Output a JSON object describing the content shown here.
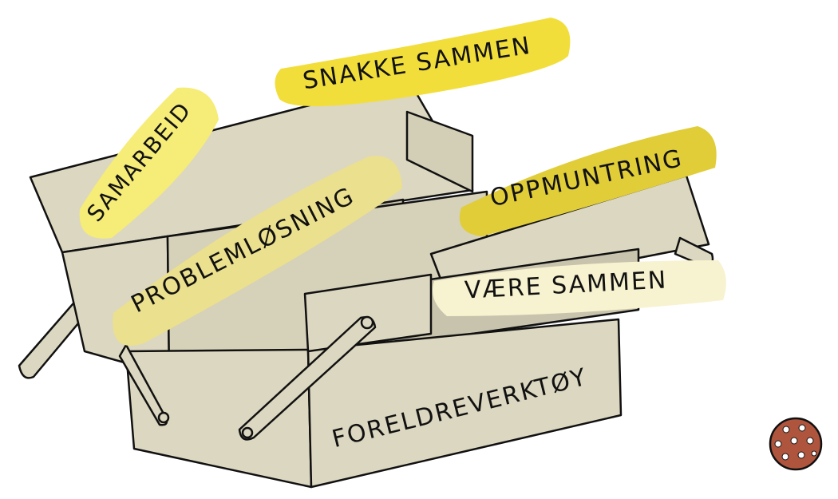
{
  "labels": {
    "snakke_sammen": "SNAKKE SAMMEN",
    "samarbeid": "SAMARBEID",
    "problemlosning": "PROBLEMLØSNING",
    "oppmuntring": "OPPMUNTRING",
    "vaere_sammen": "VÆRE SAMMEN",
    "foreldreverktoy": "FORELDREVERKTØY"
  },
  "colors": {
    "box_fill": "#dcd7c0",
    "box_inner": "#c8c3ac",
    "outline": "#111111",
    "yellow_bright": "#f2de3a",
    "yellow_light": "#f6ec78",
    "yellow_pale": "#ebe08e",
    "yellow_dark": "#e0cd38",
    "cream": "#f7f2cf",
    "badge": "#b0553d"
  },
  "icons": {
    "toolbox": "toolbox-illustration",
    "badge": "dotted-circle-icon"
  }
}
